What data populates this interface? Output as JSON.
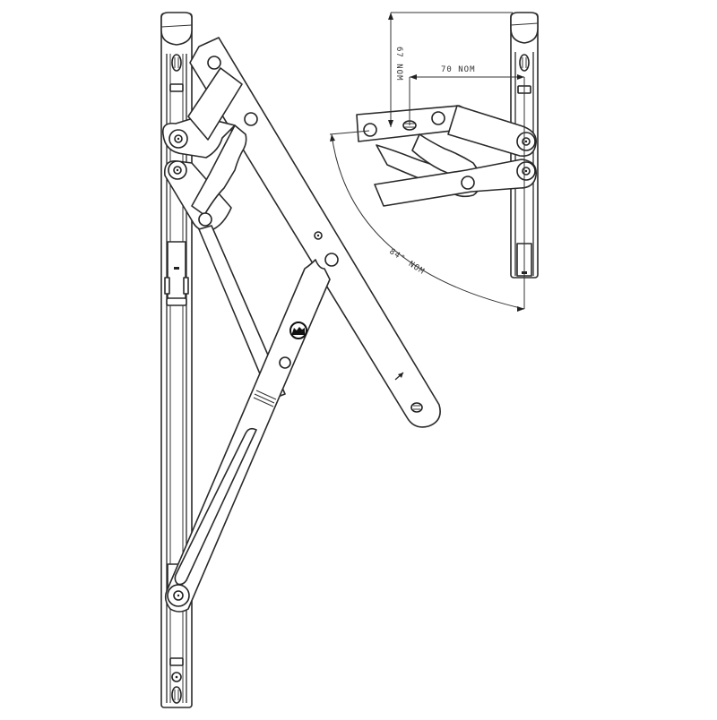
{
  "diagram": {
    "subject": "Window friction stay hinge - technical line drawing",
    "views": [
      {
        "id": "main",
        "label": "Front elevation (closed / partially open)"
      },
      {
        "id": "detail",
        "label": "Open position side view with dimensions"
      }
    ],
    "annotations": {
      "height_dim": "67 NOM",
      "width_dim": "70 NOM",
      "angle_dim": "84° NOM"
    },
    "colors": {
      "line": "#2a2a2a",
      "background": "#ffffff"
    }
  }
}
